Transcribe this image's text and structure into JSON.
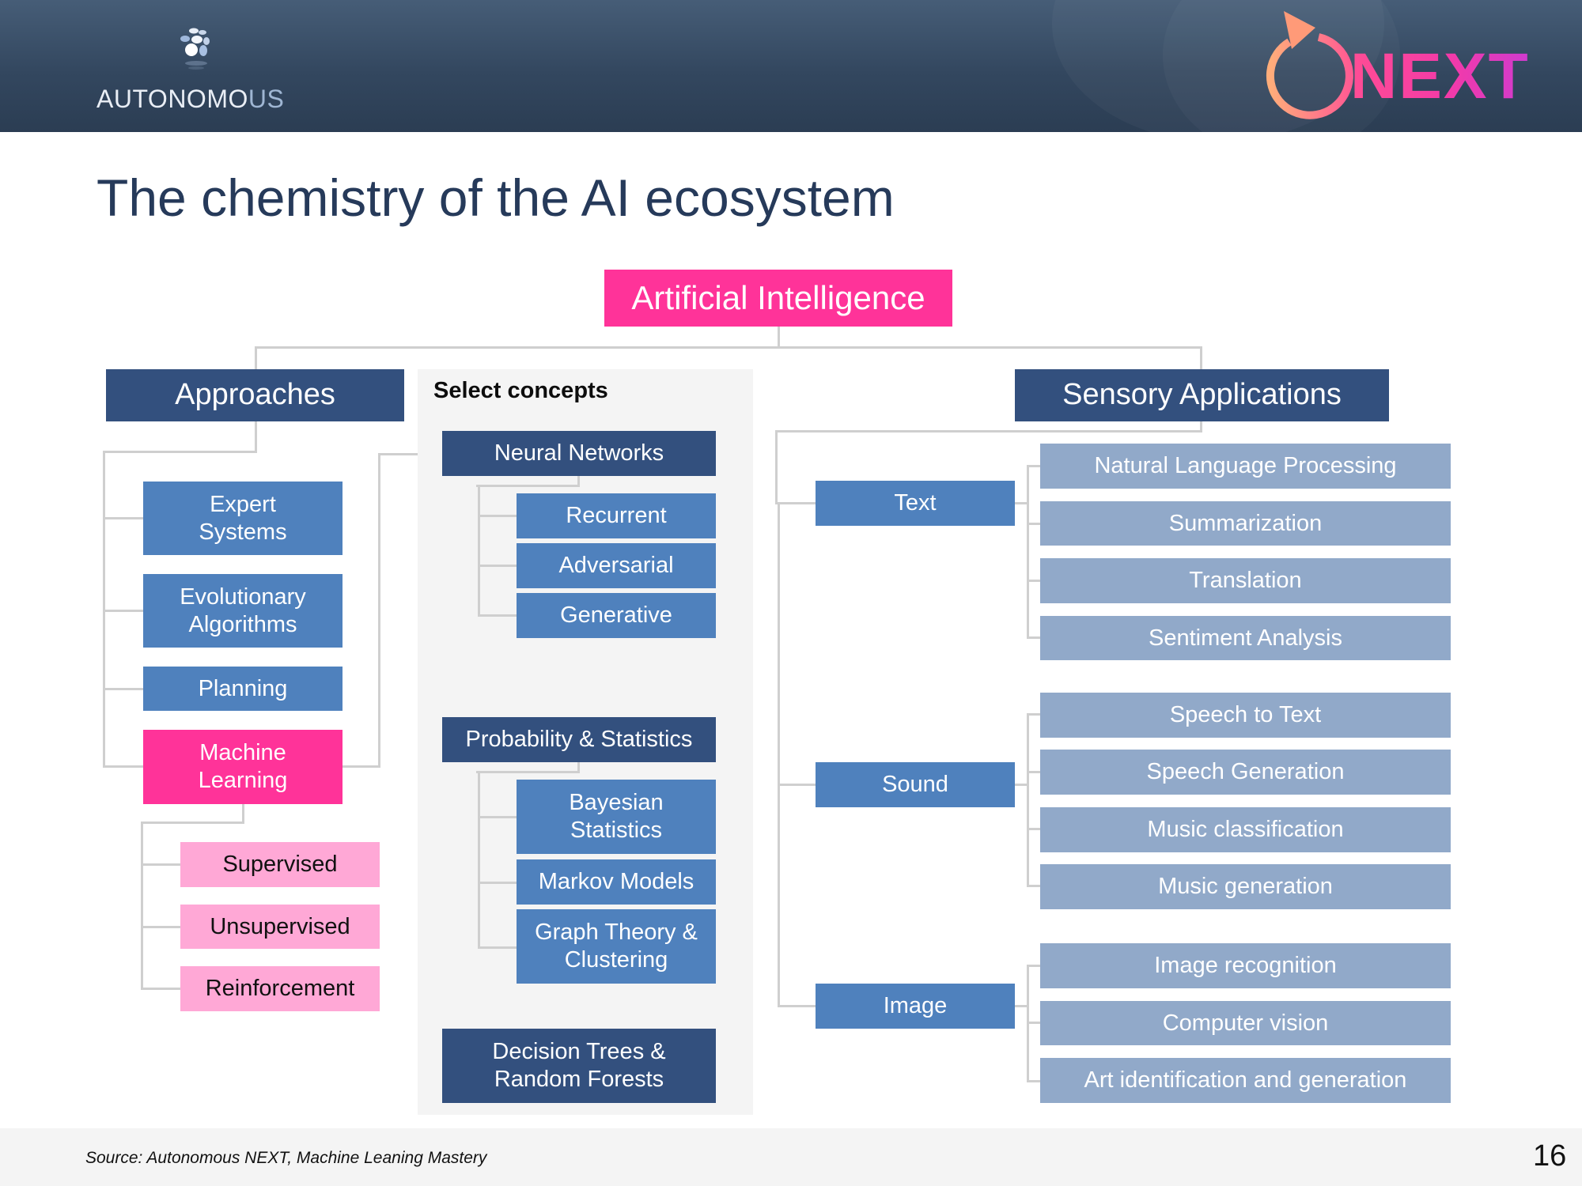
{
  "header": {
    "left_logo": {
      "icon": "dotted-sphere-icon",
      "wordmark_main": "AUTONOMO",
      "wordmark_tail": "US"
    },
    "right_logo": {
      "icon": "circular-arrow-icon",
      "wordmark": "NEXT"
    }
  },
  "title": "The chemistry of the AI ecosystem",
  "root": "Artificial Intelligence",
  "approaches": {
    "heading": "Approaches",
    "items": [
      "Expert Systems",
      "Evolutionary Algorithms",
      "Planning",
      "Machine Learning"
    ],
    "ml_children": [
      "Supervised",
      "Unsupervised",
      "Reinforcement"
    ]
  },
  "select_concepts": {
    "heading": "Select concepts",
    "groups": [
      {
        "label": "Neural Networks",
        "children": [
          "Recurrent",
          "Adversarial",
          "Generative"
        ]
      },
      {
        "label": "Probability & Statistics",
        "children": [
          "Bayesian Statistics",
          "Markov Models",
          "Graph Theory & Clustering"
        ]
      },
      {
        "label": "Decision Trees & Random Forests",
        "children": []
      }
    ]
  },
  "sensory": {
    "heading": "Sensory Applications",
    "groups": [
      {
        "label": "Text",
        "children": [
          "Natural Language Processing",
          "Summarization",
          "Translation",
          "Sentiment Analysis"
        ]
      },
      {
        "label": "Sound",
        "children": [
          "Speech to Text",
          "Speech Generation",
          "Music classification",
          "Music generation"
        ]
      },
      {
        "label": "Image",
        "children": [
          "Image recognition",
          "Computer vision",
          "Art identification and generation"
        ]
      }
    ]
  },
  "colors": {
    "accent_pink": "#FF3399",
    "light_pink": "#FFA8D6",
    "navy": "#33507E",
    "blue": "#4F81BD",
    "light_blue": "#91A9C9",
    "title_text": "#263A5A"
  },
  "footer": {
    "source": "Source: Autonomous NEXT, Machine Leaning Mastery",
    "page_number": "16"
  }
}
